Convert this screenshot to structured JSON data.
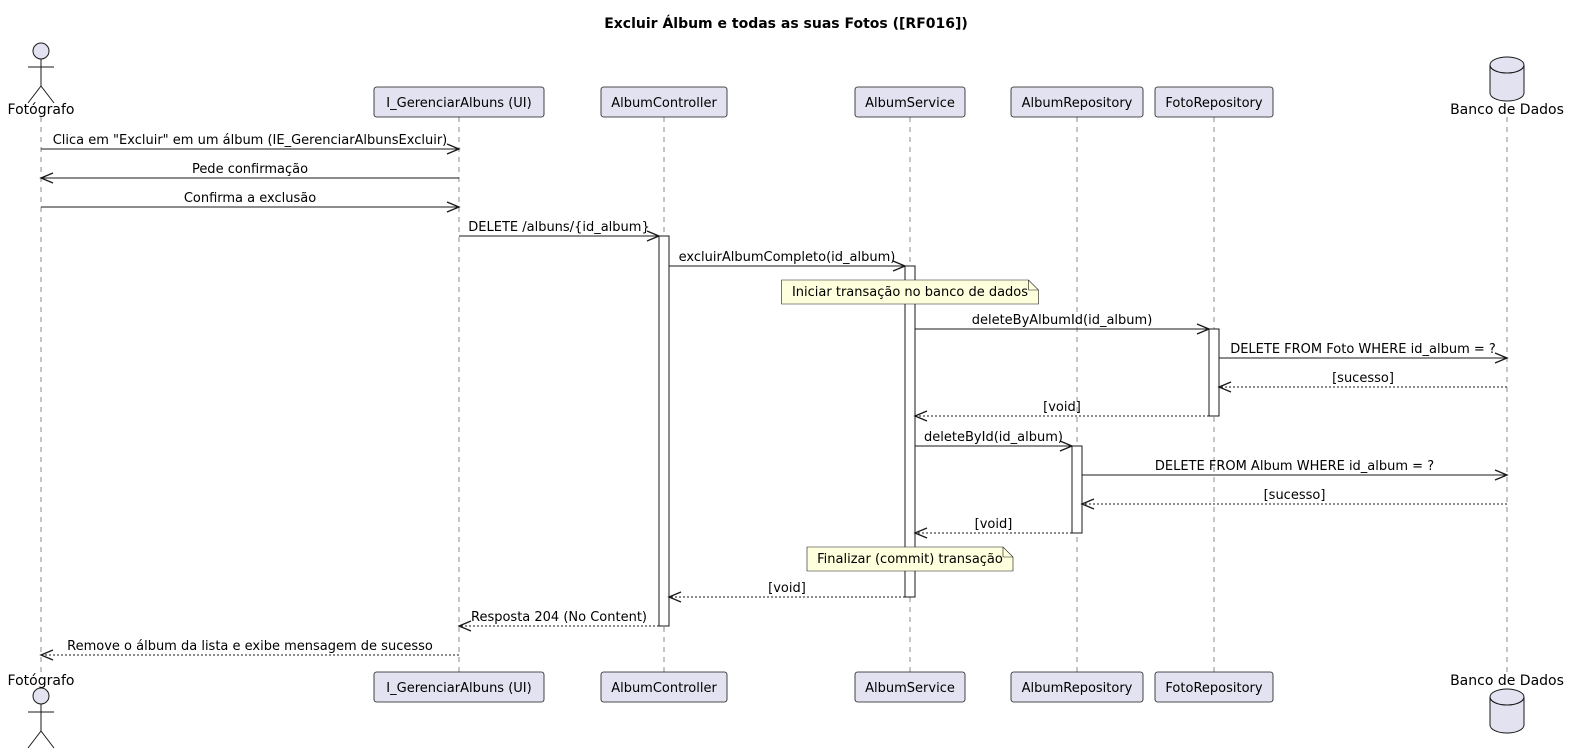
{
  "title": "Excluir Álbum e todas as suas Fotos ([RF016])",
  "participants": [
    {
      "id": "fotografo",
      "label": "Fotógrafo",
      "kind": "actor"
    },
    {
      "id": "ui",
      "label": "I_GerenciarAlbuns (UI)",
      "kind": "box"
    },
    {
      "id": "controller",
      "label": "AlbumController",
      "kind": "box"
    },
    {
      "id": "service",
      "label": "AlbumService",
      "kind": "box"
    },
    {
      "id": "albumrepo",
      "label": "AlbumRepository",
      "kind": "box"
    },
    {
      "id": "fotorepo",
      "label": "FotoRepository",
      "kind": "box"
    },
    {
      "id": "db",
      "label": "Banco de Dados",
      "kind": "database"
    }
  ],
  "messages": [
    {
      "from": "fotografo",
      "to": "ui",
      "text": "Clica em \"Excluir\" em um álbum (IE_GerenciarAlbunsExcluir)",
      "type": "sync"
    },
    {
      "from": "ui",
      "to": "fotografo",
      "text": "Pede confirmação",
      "type": "sync"
    },
    {
      "from": "fotografo",
      "to": "ui",
      "text": "Confirma a exclusão",
      "type": "sync"
    },
    {
      "from": "ui",
      "to": "controller",
      "text": "DELETE /albuns/{id_album}",
      "type": "sync"
    },
    {
      "from": "controller",
      "to": "service",
      "text": "excluirAlbumCompleto(id_album)",
      "type": "sync"
    },
    {
      "from": "service",
      "to": "fotorepo",
      "text": "deleteByAlbumId(id_album)",
      "type": "sync"
    },
    {
      "from": "fotorepo",
      "to": "db",
      "text": "DELETE FROM Foto WHERE id_album = ?",
      "type": "sync"
    },
    {
      "from": "db",
      "to": "fotorepo",
      "text": "[sucesso]",
      "type": "return"
    },
    {
      "from": "fotorepo",
      "to": "service",
      "text": "[void]",
      "type": "return"
    },
    {
      "from": "service",
      "to": "albumrepo",
      "text": "deleteById(id_album)",
      "type": "sync"
    },
    {
      "from": "albumrepo",
      "to": "db",
      "text": "DELETE FROM Album WHERE id_album = ?",
      "type": "sync"
    },
    {
      "from": "db",
      "to": "albumrepo",
      "text": "[sucesso]",
      "type": "return"
    },
    {
      "from": "albumrepo",
      "to": "service",
      "text": "[void]",
      "type": "return"
    },
    {
      "from": "service",
      "to": "controller",
      "text": "[void]",
      "type": "return"
    },
    {
      "from": "controller",
      "to": "ui",
      "text": "Resposta 204 (No Content)",
      "type": "return"
    },
    {
      "from": "ui",
      "to": "fotografo",
      "text": "Remove o álbum da lista e exibe mensagem de sucesso",
      "type": "return"
    }
  ],
  "notes": [
    {
      "over": "service",
      "text": "Iniciar transação no banco de dados"
    },
    {
      "over": "service",
      "text": "Finalizar (commit) transação"
    }
  ],
  "colors": {
    "participant_fill": "#E2E2F0",
    "participant_border": "#181818",
    "note_fill": "#FEFFDD",
    "lifeline": "#181818",
    "activation_fill": "#FFFFFF",
    "arrow": "#181818"
  }
}
